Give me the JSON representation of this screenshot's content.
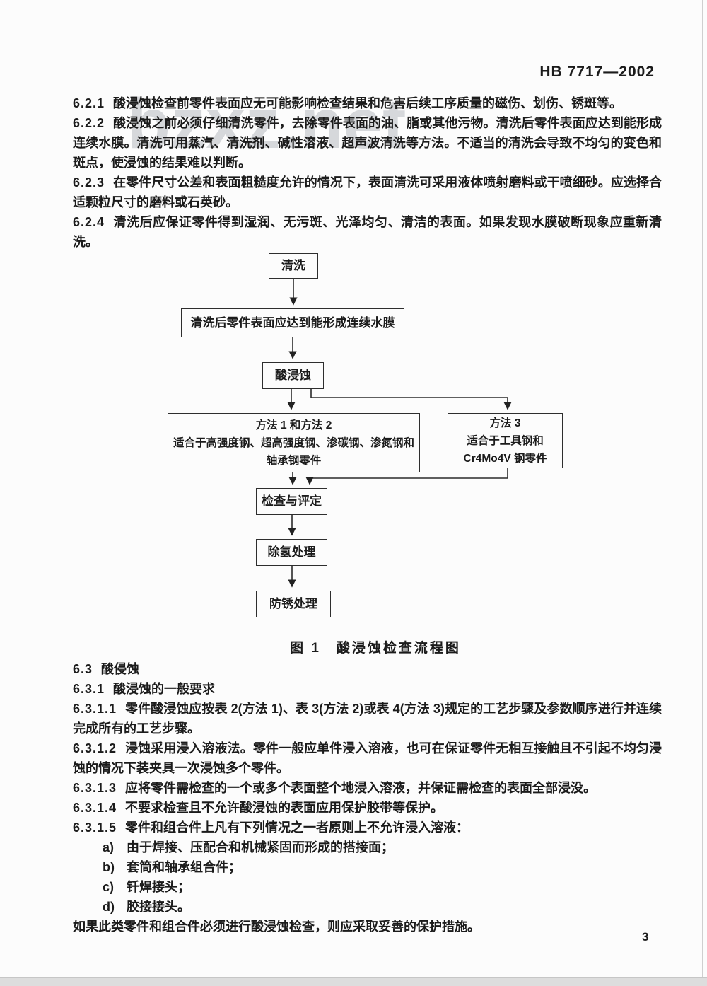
{
  "document": {
    "header_code": "HB 7717—2002",
    "watermark": "bzxz.net",
    "page_number": "3"
  },
  "clauses_top": [
    {
      "num": "6.2.1",
      "text": "酸浸蚀检查前零件表面应无可能影响检查结果和危害后续工序质量的磁伤、划伤、锈斑等。"
    },
    {
      "num": "6.2.2",
      "text": "酸浸蚀之前必须仔细清洗零件，去除零件表面的油、脂或其他污物。清洗后零件表面应达到能形成连续水膜。清洗可用蒸汽、清洗剂、碱性溶液、超声波清洗等方法。不适当的清洗会导致不均匀的变色和斑点，使浸蚀的结果难以判断。"
    },
    {
      "num": "6.2.3",
      "text": "在零件尺寸公差和表面粗糙度允许的情况下，表面清洗可采用液体喷射磨料或干喷细砂。应选择合适颗粒尺寸的磨料或石英砂。"
    },
    {
      "num": "6.2.4",
      "text": "清洗后应保证零件得到湿润、无污斑、光泽均匀、清洁的表面。如果发现水膜破断现象应重新清洗。"
    }
  ],
  "flowchart": {
    "caption": "图 1　酸浸蚀检查流程图",
    "nodes": {
      "clean": "清洗",
      "film": "清洗后零件表面应达到能形成连续水膜",
      "acid": "酸浸蚀",
      "method12": "方法 1 和方法 2\n适合于高强度钢、超高强度钢、渗碳钢、渗氮钢和\n轴承钢零件",
      "method3": "方法 3\n适合于工具钢和\nCr4Mo4V 钢零件",
      "inspect": "检查与评定",
      "dehydrogenation": "除氢处理",
      "antirust": "防锈处理"
    }
  },
  "clauses_bottom": [
    {
      "num": "6.3",
      "text": "酸侵蚀"
    },
    {
      "num": "6.3.1",
      "text": "酸浸蚀的一般要求"
    },
    {
      "num": "6.3.1.1",
      "text": "零件酸浸蚀应按表 2(方法 1)、表 3(方法 2)或表 4(方法 3)规定的工艺步骤及参数顺序进行并连续完成所有的工艺步骤。"
    },
    {
      "num": "6.3.1.2",
      "text": "浸蚀采用浸入溶液法。零件一般应单件浸入溶液，也可在保证零件无相互接触且不引起不均匀浸蚀的情况下装夹具一次浸蚀多个零件。"
    },
    {
      "num": "6.3.1.3",
      "text": "应将零件需检查的一个或多个表面整个地浸入溶液，并保证需检查的表面全部浸没。"
    },
    {
      "num": "6.3.1.4",
      "text": "不要求检查且不允许酸浸蚀的表面应用保护胶带等保护。"
    },
    {
      "num": "6.3.1.5",
      "text": "零件和组合件上凡有下列情况之一者原则上不允许浸入溶液："
    }
  ],
  "exception_list": {
    "items": [
      {
        "marker": "a)",
        "text": "由于焊接、压配合和机械紧固而形成的搭接面；"
      },
      {
        "marker": "b)",
        "text": "套筒和轴承组合件；"
      },
      {
        "marker": "c)",
        "text": "钎焊接头；"
      },
      {
        "marker": "d)",
        "text": "胶接接头。"
      }
    ],
    "closing": "如果此类零件和组合件必须进行酸浸蚀检查，则应采取妥善的保护措施。"
  }
}
